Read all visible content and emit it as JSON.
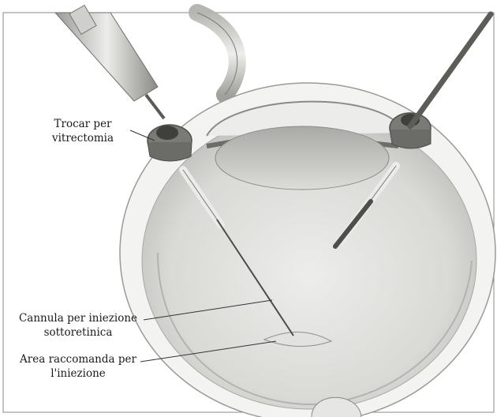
{
  "labels": {
    "trocar": {
      "line1": "Trocar per",
      "line2": "vitrectomia"
    },
    "cannula": {
      "line1": "Cannula per iniezione",
      "line2": "sottoretinica"
    },
    "area": {
      "line1": "Area raccomanda per",
      "line2": "l'iniezione"
    }
  },
  "colors": {
    "background": "#ffffff",
    "eye_interior": "#d6d6d4",
    "sclera": "#f2f2f0",
    "lens": "#c9c9c7",
    "trocar_cap": "#6f6f6b",
    "instrument_shaft": "#5a5a56",
    "leader_line": "#333333"
  }
}
